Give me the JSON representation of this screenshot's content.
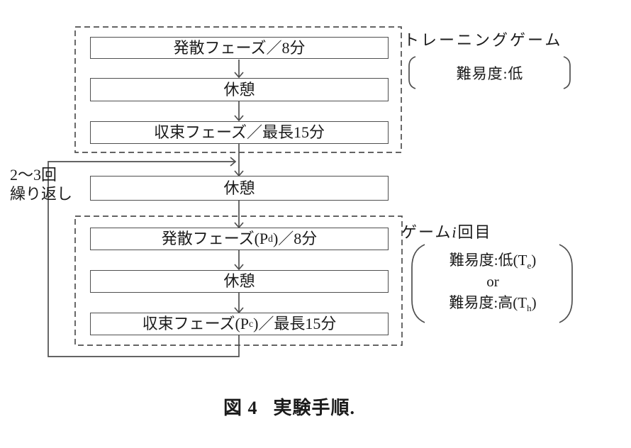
{
  "colors": {
    "line": "#4f4f4f",
    "text": "#1b1b1b"
  },
  "diagram": {
    "training_block": {
      "label": "トレーニングゲーム",
      "bracket_note": "難易度:低",
      "boxes": [
        {
          "pre": "発散フェーズ／8分",
          "sub": "",
          "post": ""
        },
        {
          "pre": "休憩",
          "sub": "",
          "post": ""
        },
        {
          "pre": "収束フェーズ／最長15分",
          "sub": "",
          "post": ""
        }
      ]
    },
    "mid_rest_box": "休憩",
    "game_block": {
      "label_prefix": "ゲーム",
      "label_i": "i",
      "label_suffix": "回目",
      "boxes": [
        {
          "pre": "発散フェーズ(P",
          "sub": "d",
          "post": ")／8分"
        },
        {
          "pre": "休憩",
          "sub": "",
          "post": ""
        },
        {
          "pre": "収束フェーズ(P",
          "sub": "c",
          "post": ")／最長15分"
        }
      ],
      "bracket_lines": [
        {
          "pre": "難易度:低(T",
          "sub": "e",
          "post": ")"
        },
        {
          "pre": "or",
          "sub": "",
          "post": ""
        },
        {
          "pre": "難易度:高(T",
          "sub": "h",
          "post": ")"
        }
      ]
    },
    "loop_label_line1": "2～3回",
    "loop_label_line2": "繰り返し",
    "caption": {
      "fig": "図 4",
      "text": "実験手順."
    }
  }
}
